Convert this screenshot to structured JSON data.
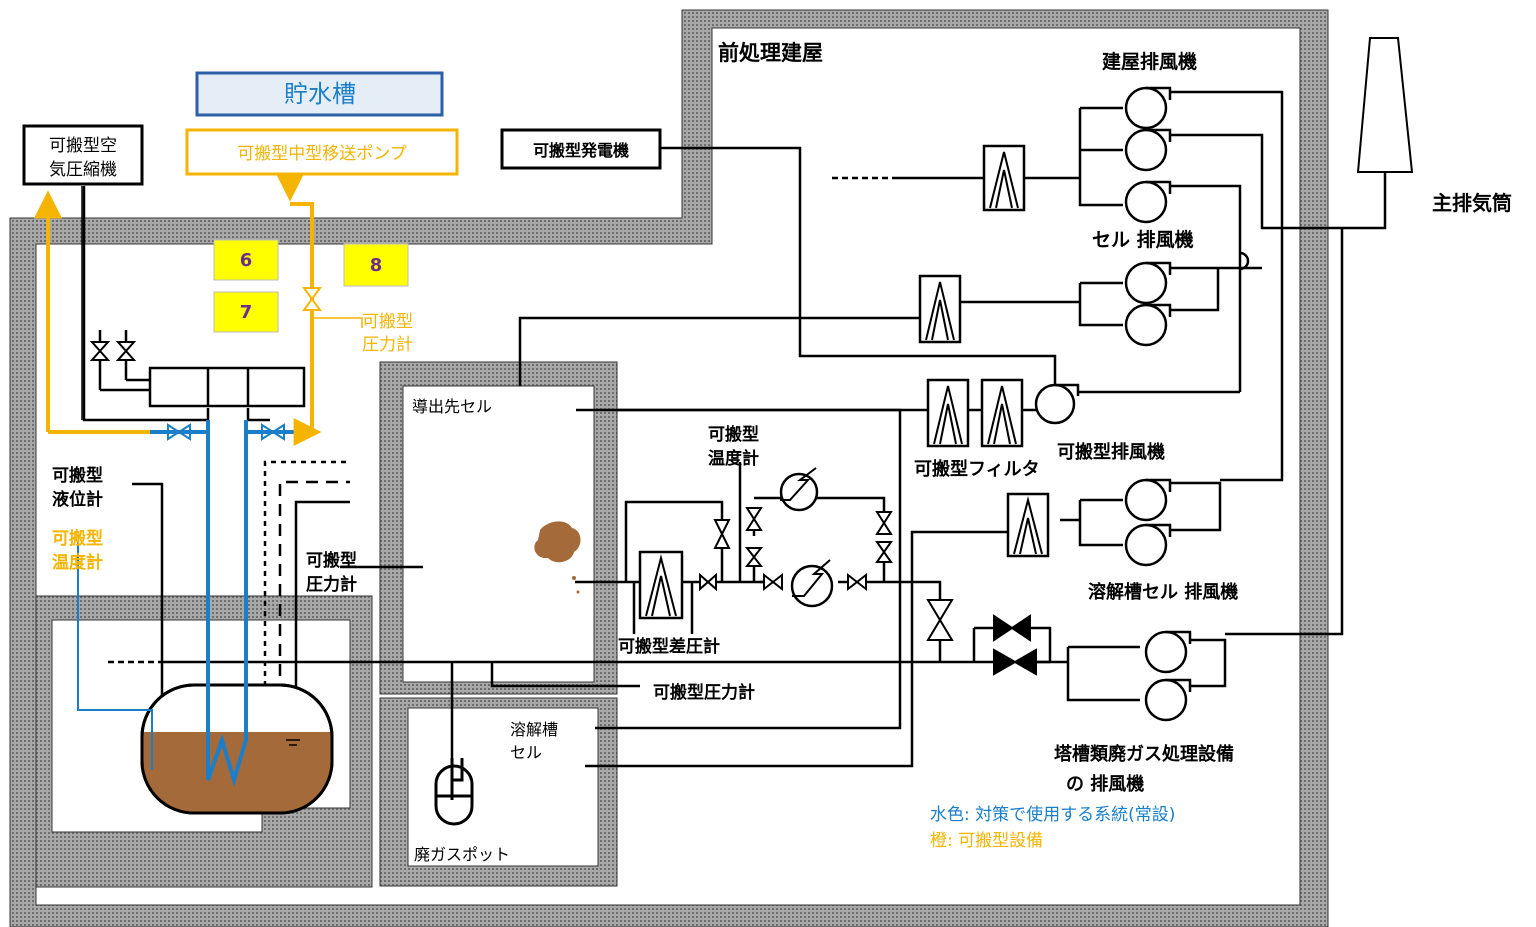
{
  "colors": {
    "wall": "#8c8c8c",
    "pipe": "#000000",
    "permanent_system": "#1a7fc8",
    "portable": "#f5b400",
    "tank_box": "#2d5fa8",
    "marker_fill": "#ffff00",
    "marker_text": "#6a2d8c",
    "liquid": "#a56a3a"
  },
  "labels": {
    "pretreatment_building": "前処理建屋",
    "building_exhaust_fan": "建屋排風機",
    "cell_exhaust_fan": "セル 排風機",
    "main_stack": "主排気筒",
    "water_tank": "貯水槽",
    "portable_pump": "可搬型中型移送ポンプ",
    "portable_air_compressor_l1": "可搬型空",
    "portable_air_compressor_l2": "気圧縮機",
    "portable_generator": "可搬型発電機",
    "portable_pressure_gauge_orange_l1": "可搬型",
    "portable_pressure_gauge_orange_l2": "圧力計",
    "portable_level_gauge_l1": "可搬型",
    "portable_level_gauge_l2": "液位計",
    "portable_thermometer_orange_l1": "可搬型",
    "portable_thermometer_orange_l2": "温度計",
    "portable_pressure_gauge_l1": "可搬型",
    "portable_pressure_gauge_l2": "圧力計",
    "destination_cell": "導出先セル",
    "portable_thermometer_l1": "可搬型",
    "portable_thermometer_l2": "温度計",
    "portable_filter": "可搬型フィルタ",
    "portable_exhaust_fan": "可搬型排風機",
    "dissolver_cell_exhaust_fan": "溶解槽セル 排風機",
    "portable_diff_pressure_gauge": "可搬型差圧計",
    "portable_pressure_gauge_bottom": "可搬型圧力計",
    "dissolver_cell_l1": "溶解槽",
    "dissolver_cell_l2": "セル",
    "waste_gas_pot": "廃ガスポット",
    "tank_offgas_fan_l1": "塔槽類廃ガス処理設備",
    "tank_offgas_fan_l2": "の 排風機",
    "legend_blue": "水色: 対策で使用する系統(常設)",
    "legend_orange": "橙: 可搬型設備"
  },
  "markers": [
    "6",
    "7",
    "8"
  ]
}
